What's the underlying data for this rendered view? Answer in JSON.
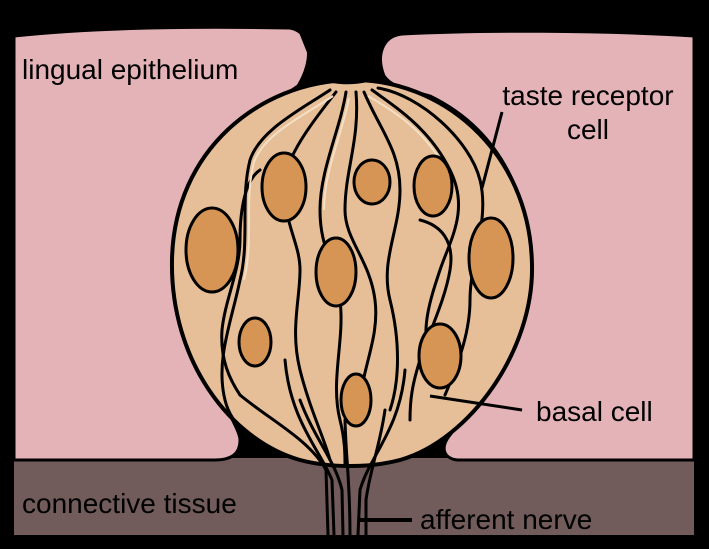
{
  "labels": {
    "lingual_epithelium": "lingual epithelium",
    "taste_receptor_cell_line1": "taste receptor",
    "taste_receptor_cell_line2": "cell",
    "basal_cell": "basal cell",
    "connective_tissue": "connective tissue",
    "afferent_nerve": "afferent nerve"
  },
  "colors": {
    "background": "#000000",
    "epithelium": "#e4b3b8",
    "connective_tissue": "#715b5b",
    "taste_bud": "#e6be98",
    "cell_lumen": "#f4e0c5",
    "nucleus": "#d69555",
    "outline": "#000000"
  }
}
